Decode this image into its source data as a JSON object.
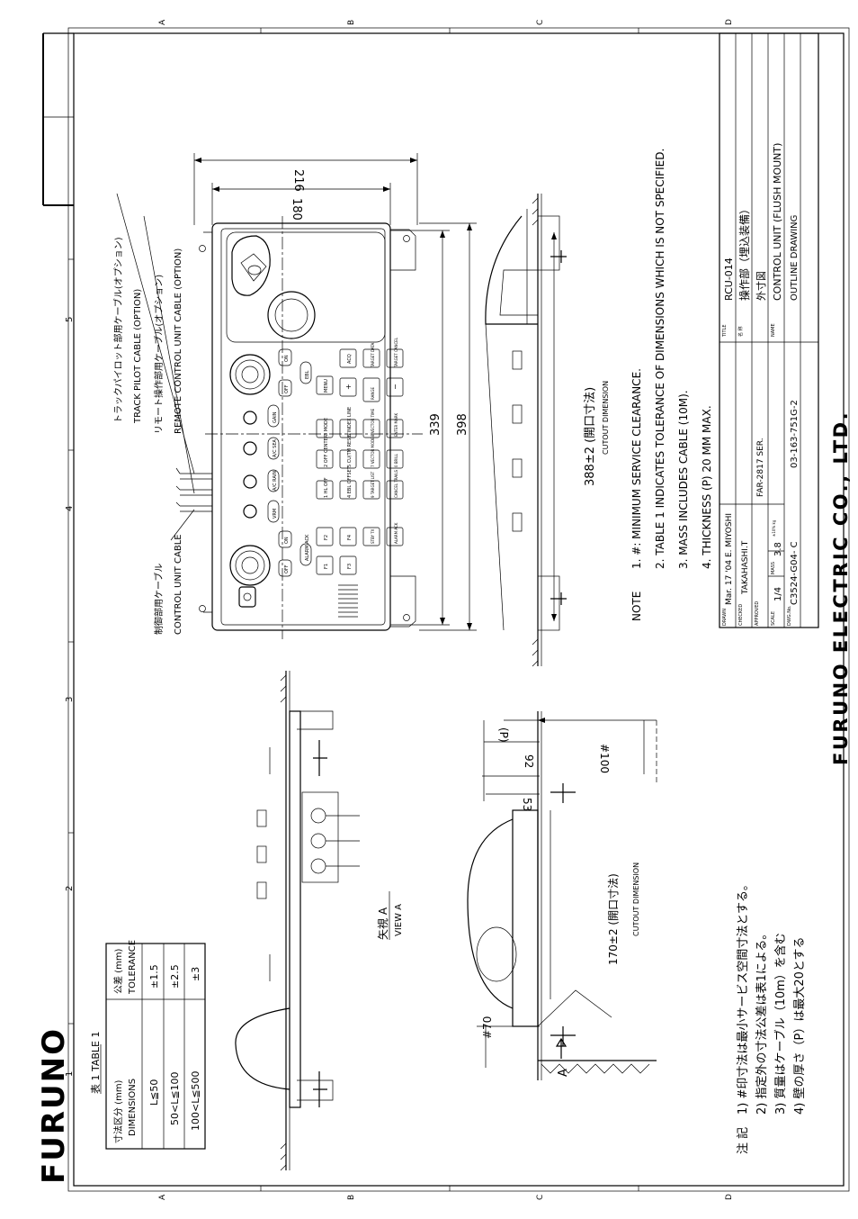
{
  "drawing": {
    "company_logo": "FURUNO",
    "company_footer": "FURUNO ELECTRIC CO., LTD.",
    "grid": {
      "letters": [
        "A",
        "B",
        "C",
        "D"
      ],
      "numbers": [
        "1",
        "2",
        "3",
        "4",
        "5"
      ]
    }
  },
  "table1": {
    "title": "表 1 TABLE 1",
    "col1_header_ja": "寸法区分 (mm)",
    "col1_header_en": "DIMENSIONS",
    "col2_header_ja": "公差 (mm)",
    "col2_header_en": "TOLERANCE",
    "rows": [
      {
        "range": "L≦50",
        "tol": "±1.5"
      },
      {
        "range": "50<L≦100",
        "tol": "±2.5"
      },
      {
        "range": "100<L≦500",
        "tol": "±3"
      }
    ]
  },
  "notes_ja": {
    "heading": "注 記",
    "items": [
      "1) #印寸法は最小サービス空間寸法とする。",
      "2) 指定外の寸法公差は表1による。",
      "3) 質量はケーブル（10m）を含む",
      "4) 壁の厚さ（P）は最大20とする"
    ]
  },
  "notes_en": {
    "heading": "NOTE",
    "items": [
      "1.  #: MINIMUM SERVICE CLEARANCE.",
      "2.  TABLE 1 INDICATES TOLERANCE OF DIMENSIONS WHICH IS NOT SPECIFIED.",
      "3.  MASS INCLUDES CABLE (10M).",
      "4.  THICKNESS (P) 20 MM MAX."
    ]
  },
  "cables": {
    "track_pilot_ja": "トラックパイロット部用ケーブル(オプション)",
    "track_pilot_en": "TRACK PILOT CABLE (OPTION)",
    "remote_ja": "リモート操作部用ケーブル(オプション)",
    "remote_en": "REMOTE CONTROL UNIT CABLE (OPTION)",
    "control_ja": "制御部用ケーブル",
    "control_en": "CONTROL UNIT CABLE"
  },
  "dimensions": {
    "d216": "216",
    "d180": "180",
    "d339": "339",
    "d398": "398",
    "cutout_top": "388±2 (開口寸法)",
    "cutout_top_en": "CUTOUT DIMENSION",
    "cutout_side": "170±2 (開口寸法)",
    "cutout_side_en": "CUTOUT DIMENSION",
    "d100": "#100",
    "d92": "92",
    "d53": "53",
    "dP": "(P)",
    "d70": "#70",
    "arrow_a": "A"
  },
  "view_a": {
    "ja": "矢視 A",
    "en": "VIEW A"
  },
  "panel_keys": [
    "ON",
    "OFF",
    "ACQ",
    "ON",
    "OFF",
    "F1",
    "F2",
    "F3",
    "F4",
    "TARGET DATA",
    "TARGET CANCEL",
    "MENU",
    "RANGE",
    "+",
    "−",
    "STBY TX",
    "ALARM ACK",
    "EBL",
    "VRM",
    "BRILL",
    "GAIN",
    "1 HL OFF",
    "2 OFF CENTER",
    "3 MODE",
    "4 EBL OFFSET",
    "5 CU/TM RESET",
    "6 INDEX LINE",
    "7 VECTOR MODE",
    "8 VECTOR TIME",
    "9 TARGET LIST",
    "CANCEL TRAILS",
    "0 BRILL",
    "ENTER MARK",
    "A/C SEA",
    "A/C RAIN"
  ],
  "title_block": {
    "drawn_label": "DRAWN",
    "drawn_value": "Mar. 17 '04  E. MIYOSHI",
    "checked_label": "CHECKED",
    "checked_value": "TAKAHASHI.T",
    "approved_label": "APPROVED",
    "scale_label": "SCALE",
    "scale_value": "1/4",
    "mass_label": "MASS",
    "mass_value": "3.8",
    "mass_unit": "±10% kg",
    "dwg_label": "DWG.No.",
    "dwg_value": "C3524-G04- C",
    "series": "FAR-2817 SER.",
    "ref_no": "03-163-751G-2",
    "title_label": "TITLE",
    "title_value": "RCU-014",
    "name_ja_label": "名 称",
    "name_ja_1": "操作部（埋込装備）",
    "name_ja_2": "外寸図",
    "name_label": "NAME",
    "name_en_1": "CONTROL UNIT (FLUSH MOUNT)",
    "name_en_2": "OUTLINE DRAWING"
  }
}
